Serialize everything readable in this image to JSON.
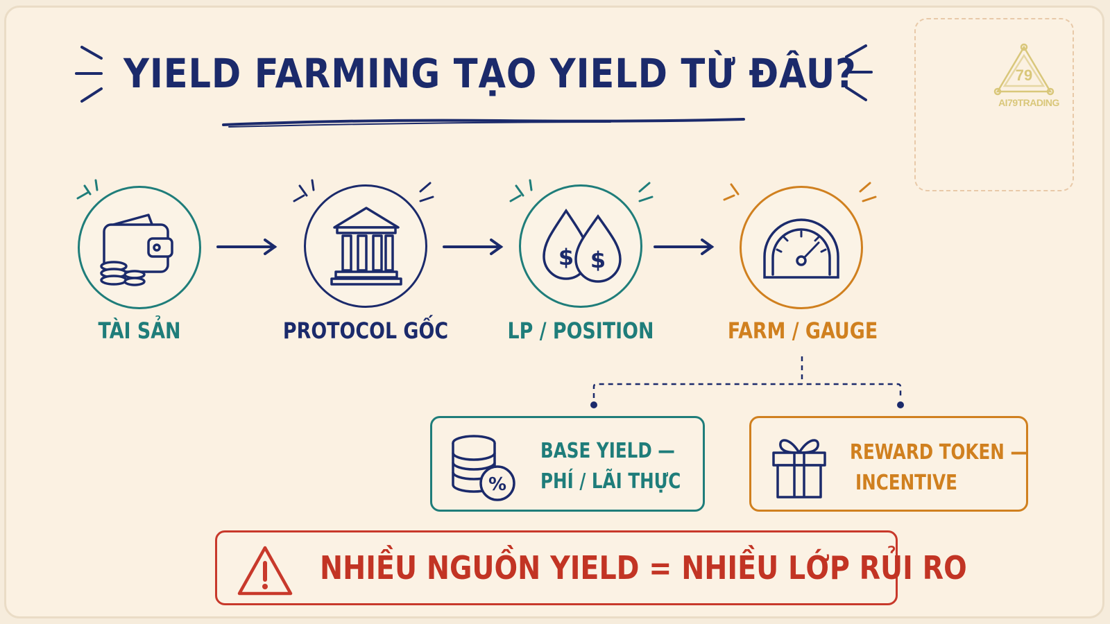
{
  "title": "YIELD FARMING TẠO YIELD TỪ ĐÂU?",
  "logo": {
    "text": "AI79TRADING",
    "mark": "79"
  },
  "flow": [
    {
      "label": "TÀI SẢN",
      "icon": "wallet-icon",
      "color": "#1f7d7a"
    },
    {
      "label": "PROTOCOL GỐC",
      "icon": "bank-icon",
      "color": "#1b2a6b"
    },
    {
      "label": "LP / POSITION",
      "icon": "liquidity-drops-icon",
      "color": "#1f7d7a"
    },
    {
      "label": "FARM / GAUGE",
      "icon": "gauge-icon",
      "color": "#d0801f"
    }
  ],
  "sources": {
    "base": {
      "line1": "BASE YIELD —",
      "line2": "PHÍ / LÃI THỰC",
      "icon": "coin-stack-percent-icon",
      "color": "#1f7d7a"
    },
    "reward": {
      "line1": "REWARD TOKEN —",
      "line2": "INCENTIVE",
      "icon": "gift-icon",
      "color": "#d0801f"
    }
  },
  "warning": {
    "text": "NHIỀU NGUỒN YIELD = NHIỀU LỚP RỦI RO",
    "icon": "warning-icon",
    "color": "#c8392b"
  }
}
